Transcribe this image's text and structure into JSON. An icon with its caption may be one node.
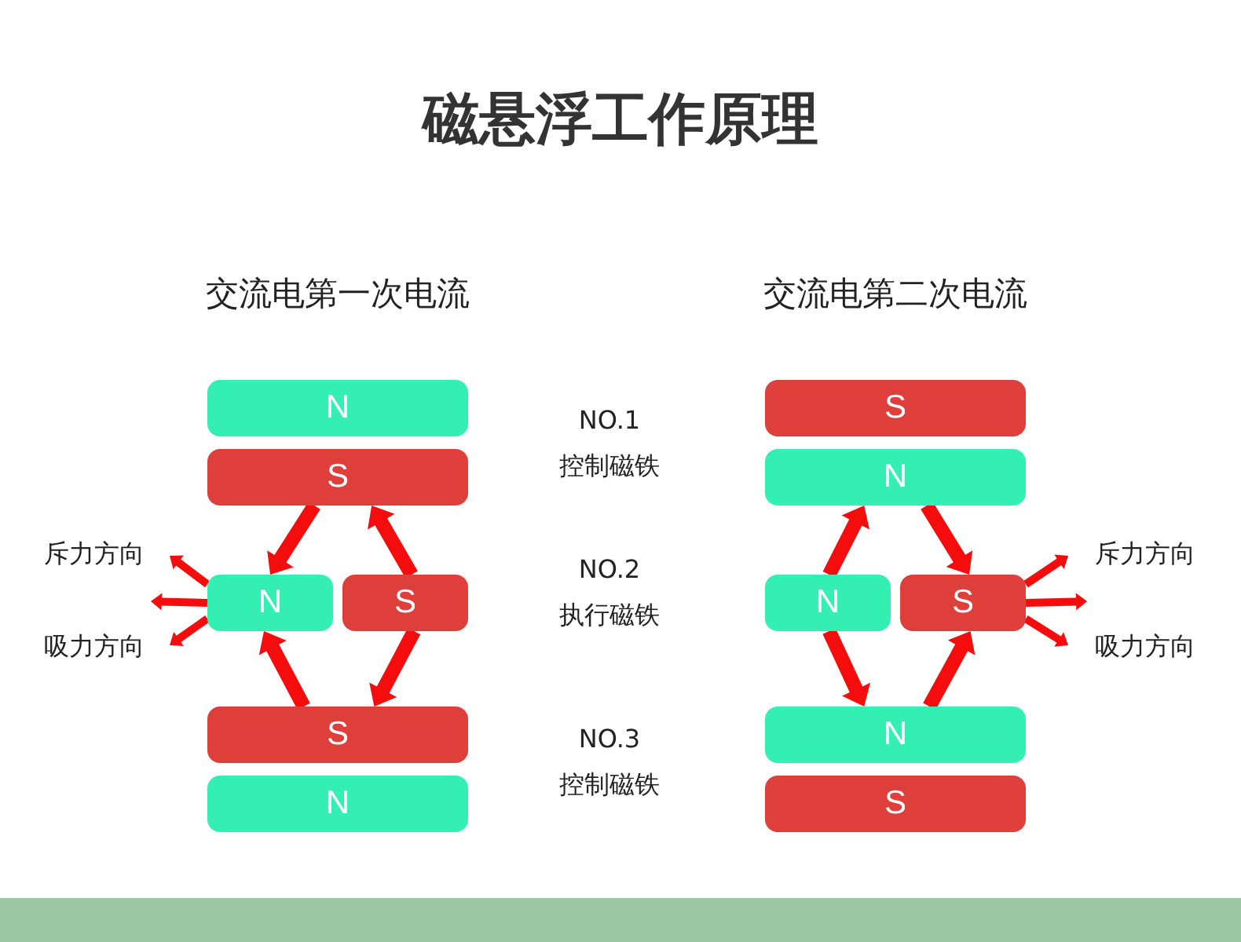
{
  "diagram": {
    "title": "磁悬浮工作原理",
    "nodes": [
      {
        "text": [
          "N"
        ]
      },
      {
        "text": [
          "S"
        ]
      },
      {
        "text": [
          "N"
        ]
      },
      {
        "text": [
          "S"
        ]
      },
      {
        "text": [
          "S"
        ]
      },
      {
        "text": [
          "N"
        ]
      },
      {
        "text": [
          "S"
        ]
      },
      {
        "text": [
          "N"
        ]
      },
      {
        "text": [
          "N"
        ]
      },
      {
        "text": [
          "S"
        ]
      },
      {
        "text": [
          "N"
        ]
      },
      {
        "text": [
          "S"
        ]
      }
    ],
    "edges": [
      {
        "from": 1,
        "to": 2,
        "arrow": "to"
      },
      {
        "from": 3,
        "to": 1,
        "arrow": "to"
      },
      {
        "from": 4,
        "to": 2,
        "arrow": "to"
      },
      {
        "from": 3,
        "to": 4,
        "arrow": "to"
      },
      {
        "from": 8,
        "to": 7,
        "arrow": "to"
      },
      {
        "from": 7,
        "to": 9,
        "arrow": "to"
      },
      {
        "from": 8,
        "to": 10,
        "arrow": "to"
      },
      {
        "from": 10,
        "to": 9,
        "arrow": "to"
      },
      {
        "from": 2,
        "to": null,
        "arrow": "to"
      },
      {
        "from": 2,
        "to": null,
        "arrow": "to"
      },
      {
        "from": 2,
        "to": null,
        "arrow": "to"
      },
      {
        "from": 9,
        "to": null,
        "arrow": "to"
      },
      {
        "from": 9,
        "to": null,
        "arrow": "to"
      },
      {
        "from": 9,
        "to": null,
        "arrow": "to"
      }
    ],
    "labels": [
      "交流电第一次电流",
      "交流电第二次电流",
      "斥力方向",
      "吸力方向",
      "NO.1",
      "控制磁铁",
      "NO.2",
      "执行磁铁",
      "NO.3",
      "控制磁铁",
      "斥力方向",
      "吸力方向"
    ]
  }
}
